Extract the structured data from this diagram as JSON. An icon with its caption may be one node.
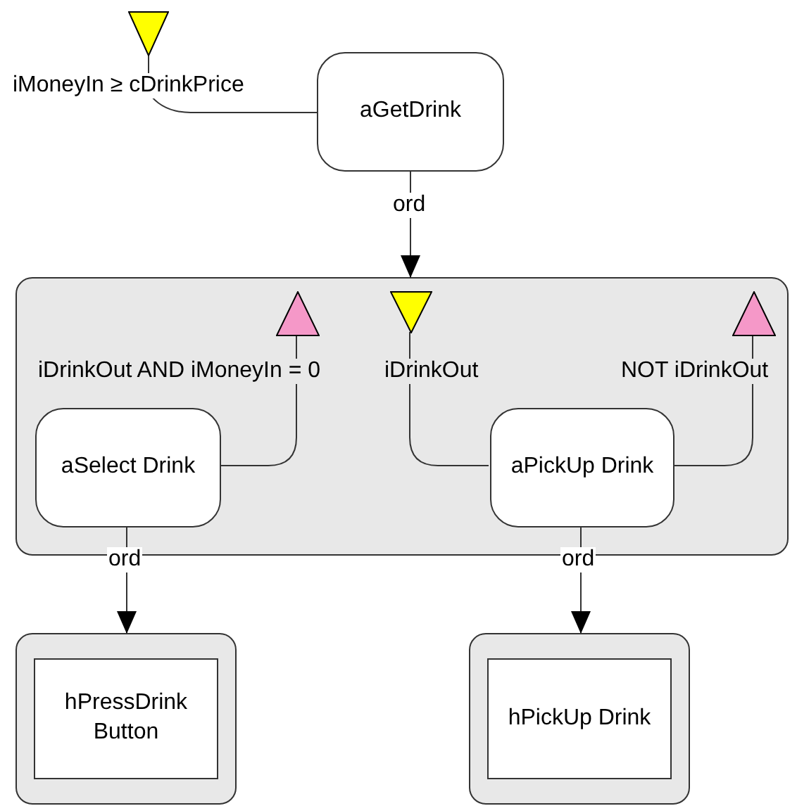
{
  "diagram": {
    "nodes": [
      {
        "text": [],
        "shape": "triangle"
      },
      {
        "text": [
          "aGetDrink"
        ]
      },
      {
        "text": [],
        "shape": "box"
      },
      {
        "text": [],
        "shape": "triangle",
        "in": 2
      },
      {
        "text": [],
        "shape": "triangle",
        "in": 2
      },
      {
        "text": [],
        "shape": "triangle",
        "in": 2
      },
      {
        "text": [
          "aSelect Drink"
        ],
        "in": 2
      },
      {
        "text": [
          "aPickUp Drink"
        ],
        "in": 2
      },
      {
        "text": [
          "hPressDrink Button"
        ]
      },
      {
        "text": [
          "hPickUp Drink"
        ]
      }
    ],
    "edges": [
      {
        "from": 0,
        "to": 1,
        "arrow": "none",
        "label": "iMoneyIn ≥ cDrinkPrice"
      },
      {
        "from": 1,
        "to": 2,
        "arrow": "to",
        "label": "ord"
      },
      {
        "from": 6,
        "to": 3,
        "arrow": "none",
        "label": "iDrinkOut AND iMoneyIn = 0"
      },
      {
        "from": 4,
        "to": 7,
        "arrow": "none",
        "label": "iDrinkOut"
      },
      {
        "from": 7,
        "to": 5,
        "arrow": "none",
        "label": "NOT iDrinkOut"
      },
      {
        "from": 6,
        "to": 8,
        "arrow": "to",
        "label": "ord"
      },
      {
        "from": 7,
        "to": 9,
        "arrow": "to",
        "label": "ord"
      }
    ]
  }
}
